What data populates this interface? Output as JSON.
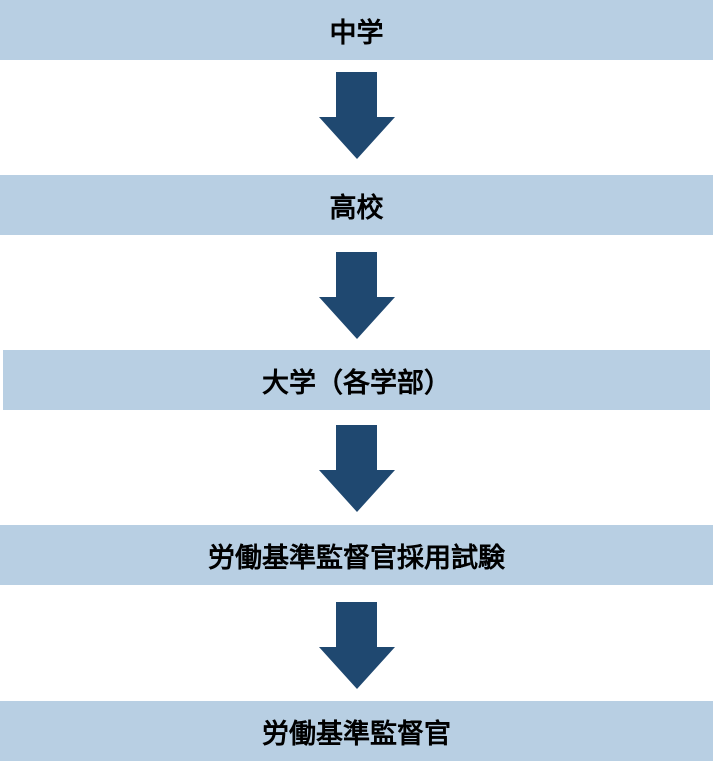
{
  "steps": [
    {
      "label": "中学"
    },
    {
      "label": "高校"
    },
    {
      "label": "大学（各学部）"
    },
    {
      "label": "労働基準監督官採用試験"
    },
    {
      "label": "労働基準監督官"
    }
  ],
  "colors": {
    "box": "#b8cfe3",
    "arrow": "#1f4870"
  }
}
